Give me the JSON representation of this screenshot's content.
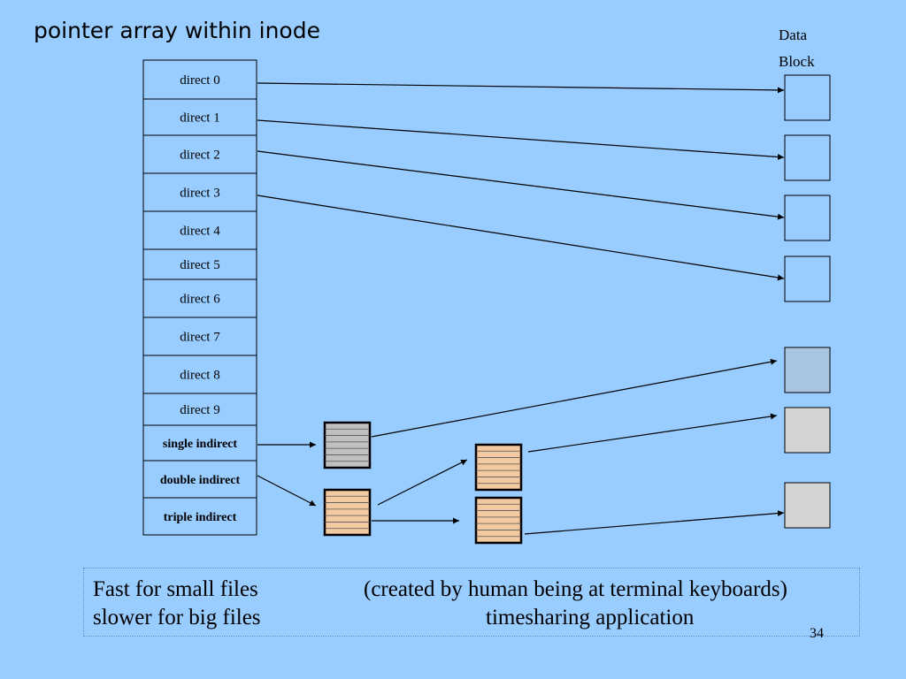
{
  "title": "pointer array within inode",
  "data_block_label": {
    "line1": "Data",
    "line2": "Block"
  },
  "inode_cells": [
    {
      "label": "direct 0",
      "bold": false
    },
    {
      "label": "direct 1",
      "bold": false
    },
    {
      "label": "direct 2",
      "bold": false
    },
    {
      "label": "direct 3",
      "bold": false
    },
    {
      "label": "direct 4",
      "bold": false
    },
    {
      "label": "direct 5",
      "bold": false
    },
    {
      "label": "direct 6",
      "bold": false
    },
    {
      "label": "direct 7",
      "bold": false
    },
    {
      "label": "direct 8",
      "bold": false
    },
    {
      "label": "direct 9",
      "bold": false
    },
    {
      "label": "single  indirect",
      "bold": true
    },
    {
      "label": "double indirect",
      "bold": true
    },
    {
      "label": "triple indirect",
      "bold": true
    }
  ],
  "colors": {
    "background": "#99ccff",
    "data_block_white": "#99ccff",
    "data_block_blue": "#a9c4e0",
    "data_block_gray": "#d4d4d4",
    "single_indirect_block": "#c0c0c0",
    "double_triple_indirect_block": "#f2c9a0"
  },
  "notes": {
    "left_line1": "Fast  for small files",
    "left_line2": "slower  for big files",
    "right_line1": "(created  by human being at terminal keyboards)",
    "right_line2": "timesharing application"
  },
  "page_number": "34"
}
